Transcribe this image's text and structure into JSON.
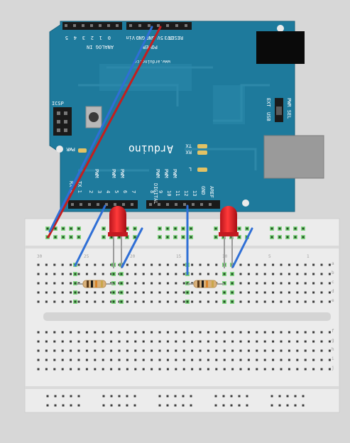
{
  "board": {
    "brand": "Arduino",
    "url": "www.arduino.cc",
    "analog_in_label": "ANALOG IN",
    "analog_pins": [
      "5",
      "4",
      "3",
      "2",
      "1",
      "0"
    ],
    "power_pins": [
      "Vin",
      "GND",
      "GND",
      "5V",
      "3V3",
      "RESET"
    ],
    "power_label": "POWER",
    "icsp_label": "ICSP",
    "pwr_led_label": "PWR",
    "led_labels": [
      "TX",
      "RX",
      "L"
    ],
    "pwr_sel_label": "PWR SEL",
    "pwr_sel_options": [
      "EXT",
      "USB"
    ],
    "digital_label": "DIGITAL",
    "aref_label": "AREF",
    "gnd_label": "GND",
    "digital_pin_labels": [
      "13",
      "12",
      "11",
      "10",
      "9",
      "8",
      "7",
      "6",
      "5",
      "4",
      "3",
      "2",
      "TX 1",
      "RX 0"
    ],
    "pwm_label": "PWM"
  },
  "breadboard": {
    "row_letters": [
      "a",
      "b",
      "c",
      "d",
      "e"
    ],
    "row_letters_bottom": [
      "f",
      "g",
      "h",
      "i",
      "j"
    ],
    "column_marks": [
      "30",
      "25",
      "20",
      "15",
      "10",
      "5",
      "1"
    ]
  },
  "components": {
    "leds": [
      {
        "color": "red"
      },
      {
        "color": "red"
      }
    ],
    "resistors": [
      {
        "bands": [
          "#5a3a1a",
          "#1a1a1a",
          "#d8842a",
          "#c9a64a"
        ]
      },
      {
        "bands": [
          "#5a3a1a",
          "#1a1a1a",
          "#d8842a",
          "#c9a64a"
        ]
      }
    ],
    "wires": [
      {
        "color": "#c41e1e"
      },
      {
        "color": "#2f6fd6"
      },
      {
        "color": "#2f6fd6"
      },
      {
        "color": "#2f6fd6"
      },
      {
        "color": "#2f6fd6"
      },
      {
        "color": "#2f6fd6"
      }
    ]
  }
}
